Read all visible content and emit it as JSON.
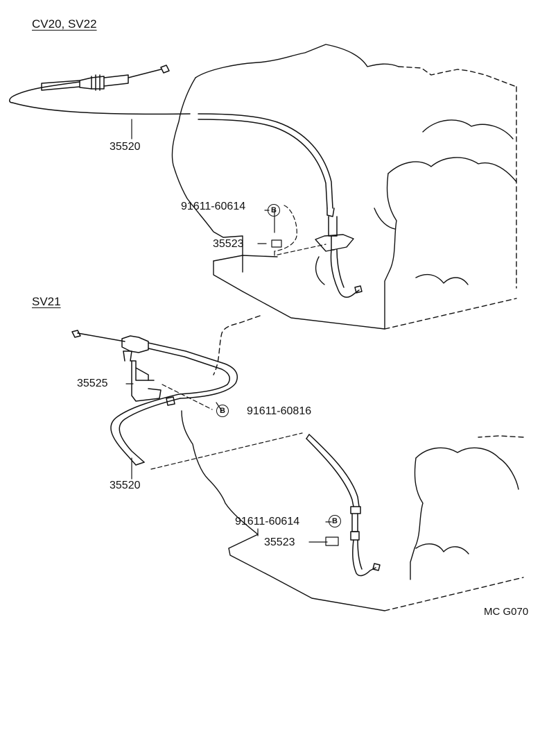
{
  "section_top": {
    "title": "CV20, SV22",
    "cable_part": "35520",
    "bolt_part": "91611-60614",
    "bolt_badge": "B",
    "grommet_part": "35523"
  },
  "section_bottom": {
    "title": "SV21",
    "bracket_part": "35525",
    "bracket_bolt_part": "91611-60816",
    "bracket_bolt_badge": "B",
    "cable_part": "35520",
    "bolt_part": "91611-60614",
    "bolt_badge": "B",
    "grommet_part": "35523"
  },
  "figure_code": "MC G070"
}
